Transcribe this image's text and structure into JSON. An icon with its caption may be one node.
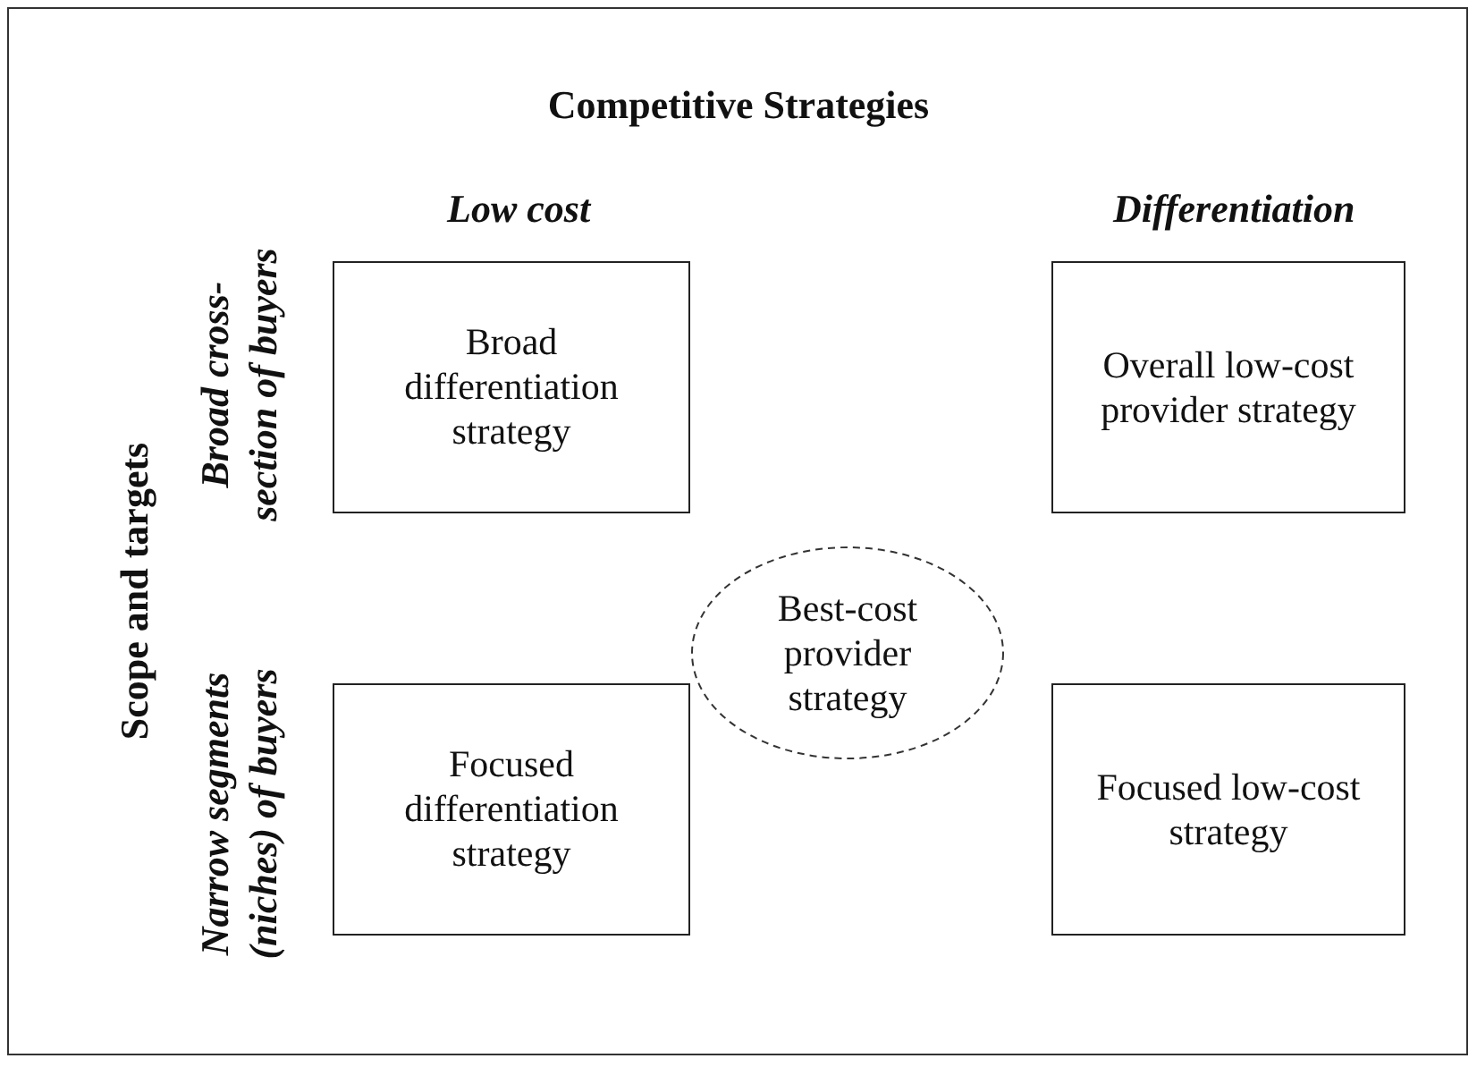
{
  "diagram": {
    "title": "Competitive Strategies",
    "nodes": [
      {
        "text": [
          "Broad differentiation strategy"
        ]
      },
      {
        "text": [
          "Overall low-cost provider strategy"
        ]
      },
      {
        "text": [
          "Best-cost provider strategy"
        ]
      },
      {
        "text": [
          "Focused differentiation strategy"
        ]
      },
      {
        "text": [
          "Focused low-cost strategy"
        ]
      }
    ],
    "labels": [
      "Low cost",
      "Differentiation",
      "Scope and targets",
      "Broad cross-section of buyers",
      "Narrow segments (niches) of buyers"
    ]
  }
}
